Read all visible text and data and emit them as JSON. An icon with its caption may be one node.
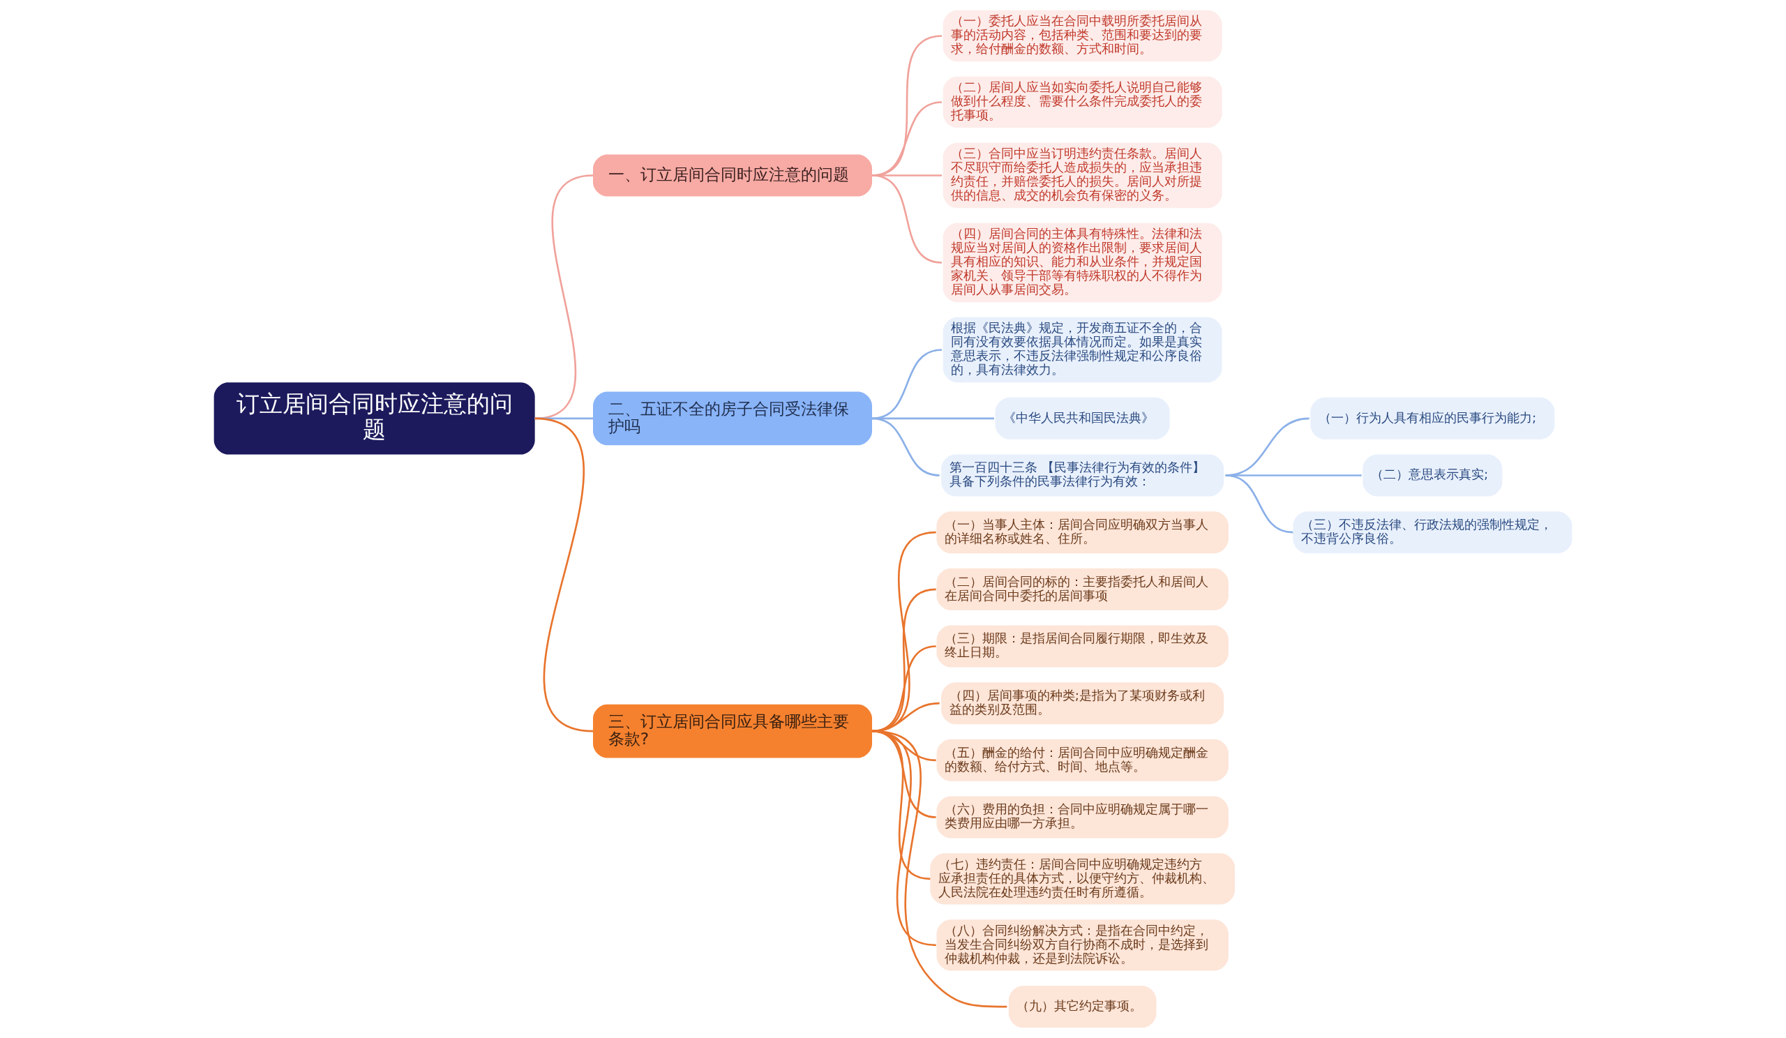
{
  "diagram": {
    "nodes": [
      {
        "text": [
          "订立居间合同时应注意的问题"
        ]
      },
      {
        "text": [
          "一、订立居间合同时应注意的问题"
        ]
      },
      {
        "text": [
          "（一）委托人应当在合同中载明所委托居间从事的活动内容，包括种类、范围和要达到的要求，给付酬金的数额、方式和时间。"
        ]
      },
      {
        "text": [
          "（二）居间人应当如实向委托人说明自己能够做到什么程度、需要什么条件完成委托人的委托事项。"
        ]
      },
      {
        "text": [
          "（三）合同中应当订明违约责任条款。居间人不尽职守而给委托人造成损失的，应当承担违约责任，并赔偿委托人的损失。居间人对所提供的信息、成交的机会负有保密的义务。"
        ]
      },
      {
        "text": [
          "（四）居间合同的主体具有特殊性。法律和法规应当对居间人的资格作出限制，要求居间人具有相应的知识、能力和从业条件，并规定国家机关、领导干部等有特殊职权的人不得作为居间人从事居间交易。"
        ]
      },
      {
        "text": [
          "二、五证不全的房子合同受法律保护吗"
        ]
      },
      {
        "text": [
          "根据《民法典》规定，开发商五证不全的，合同有没有效要依据具体情况而定。如果是真实意思表示，不违反法律强制性规定和公序良俗的，具有法律效力。"
        ]
      },
      {
        "text": [
          "《中华人民共和国民法典》"
        ]
      },
      {
        "text": [
          "第一百四十三条 【民事法律行为有效的条件】具备下列条件的民事法律行为有效："
        ]
      },
      {
        "text": [
          "（一）行为人具有相应的民事行为能力;"
        ]
      },
      {
        "text": [
          "（二）意思表示真实;"
        ]
      },
      {
        "text": [
          "（三）不违反法律、行政法规的强制性规定，不违背公序良俗。"
        ]
      },
      {
        "text": [
          "三、订立居间合同应具备哪些主要条款?"
        ]
      },
      {
        "text": [
          "（一）当事人主体：居间合同应明确双方当事人的详细名称或姓名、住所。"
        ]
      },
      {
        "text": [
          "（二）居间合同的标的：主要指委托人和居间人在居间合同中委托的居间事项"
        ]
      },
      {
        "text": [
          "（三）期限：是指居间合同履行期限，即生效及终止日期。"
        ]
      },
      {
        "text": [
          "（四）居间事项的种类;是指为了某项财务或利益的类别及范围。"
        ]
      },
      {
        "text": [
          "（五）酬金的给付：居间合同中应明确规定酬金的数额、给付方式、时间、地点等。"
        ]
      },
      {
        "text": [
          "（六）费用的负担：合同中应明确规定属于哪一类费用应由哪一方承担。"
        ]
      },
      {
        "text": [
          "（七）违约责任：居间合同中应明确规定违约方应承担责任的具体方式，以便守约方、仲裁机构、人民法院在处理违约责任时有所遵循。"
        ]
      },
      {
        "text": [
          "（八）合同纠纷解决方式：是指在合同中约定，当发生合同纠纷双方自行协商不成时，是选择到仲裁机构仲裁，还是到法院诉讼。"
        ]
      },
      {
        "text": [
          "（九）其它约定事项。"
        ]
      }
    ],
    "edges": [
      {
        "from": 0,
        "to": 1,
        "arrow": "none",
        "color": "#f0a29b"
      },
      {
        "from": 1,
        "to": 2,
        "arrow": "none",
        "color": "#f0a29b"
      },
      {
        "from": 1,
        "to": 3,
        "arrow": "none",
        "color": "#f0a29b"
      },
      {
        "from": 1,
        "to": 4,
        "arrow": "none",
        "color": "#f0a29b"
      },
      {
        "from": 1,
        "to": 5,
        "arrow": "none",
        "color": "#f0a29b"
      },
      {
        "from": 0,
        "to": 6,
        "arrow": "none",
        "color": "#8bb0e8"
      },
      {
        "from": 6,
        "to": 7,
        "arrow": "none",
        "color": "#8bb0e8"
      },
      {
        "from": 6,
        "to": 8,
        "arrow": "none",
        "color": "#8bb0e8"
      },
      {
        "from": 6,
        "to": 9,
        "arrow": "none",
        "color": "#8bb0e8"
      },
      {
        "from": 9,
        "to": 10,
        "arrow": "none",
        "color": "#8bb0e8"
      },
      {
        "from": 9,
        "to": 11,
        "arrow": "none",
        "color": "#8bb0e8"
      },
      {
        "from": 9,
        "to": 12,
        "arrow": "none",
        "color": "#8bb0e8"
      },
      {
        "from": 0,
        "to": 13,
        "arrow": "none"
      },
      {
        "from": 13,
        "to": 14,
        "arrow": "none"
      },
      {
        "from": 13,
        "to": 15,
        "arrow": "none"
      },
      {
        "from": 13,
        "to": 16,
        "arrow": "none"
      },
      {
        "from": 13,
        "to": 17,
        "arrow": "none"
      },
      {
        "from": 13,
        "to": 18,
        "arrow": "none"
      },
      {
        "from": 13,
        "to": 19,
        "arrow": "none"
      },
      {
        "from": 13,
        "to": 20,
        "arrow": "none"
      },
      {
        "from": 13,
        "to": 21,
        "arrow": "none"
      },
      {
        "from": 13,
        "to": 22,
        "arrow": "none"
      }
    ]
  }
}
